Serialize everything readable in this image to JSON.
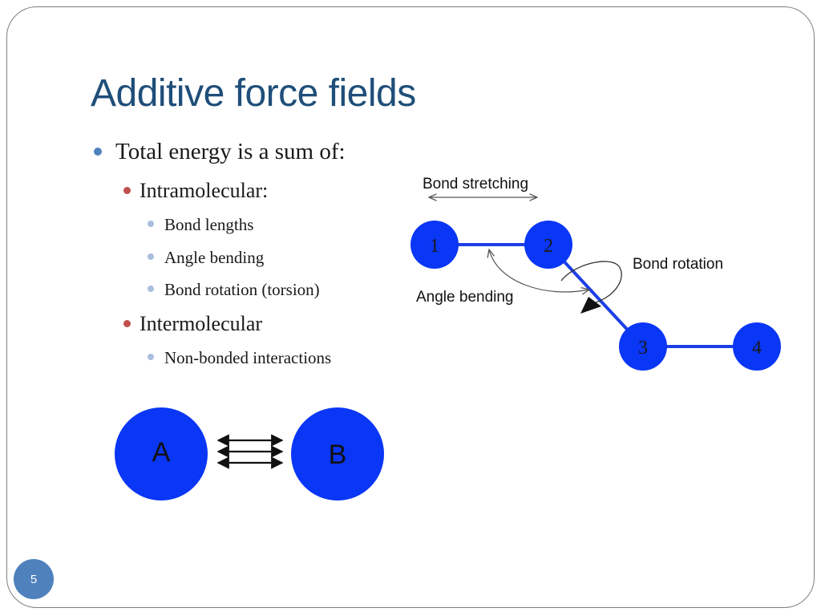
{
  "slide": {
    "title": "Additive force fields",
    "page_number": "5"
  },
  "bullets": {
    "total": "Total energy is a sum of:",
    "intra": "Intramolecular:",
    "bond_lengths": "Bond lengths",
    "angle_bending": "Angle bending",
    "bond_rotation": "Bond rotation (torsion)",
    "inter": "Intermolecular",
    "nonbonded": "Non-bonded interactions"
  },
  "molecule_diagram": {
    "atoms": [
      "1",
      "2",
      "3",
      "4"
    ],
    "labels": {
      "bond_stretching": "Bond stretching",
      "bond_rotation": "Bond rotation",
      "angle_bending": "Angle bending"
    },
    "atom_color": "#0a36f5",
    "bond_color": "#1c3fe6"
  },
  "nonbonded_diagram": {
    "atom_a": "A",
    "atom_b": "B",
    "atom_color": "#0a36f5"
  },
  "colors": {
    "title": "#1f4e79",
    "bullet_level1": "#4f81bd",
    "bullet_level2": "#c0504d",
    "bullet_level3": "#a9bedc",
    "page_badge": "#4f81bd"
  }
}
